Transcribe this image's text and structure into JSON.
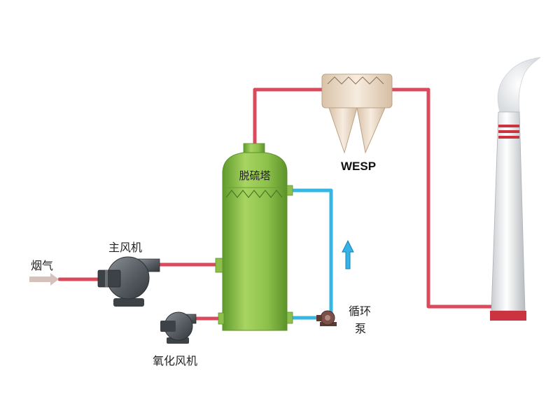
{
  "labels": {
    "flue_gas": "烟气",
    "main_fan": "主风机",
    "oxidation_fan": "氧化风机",
    "absorber": "脱硫塔",
    "wesp": "WESP",
    "circ_pump_line1": "循环",
    "circ_pump_line2": "泵"
  },
  "colors": {
    "flue_pipe": "#d94a5c",
    "water_pipe": "#35b6e3",
    "tower": "#8fc24a",
    "stack_band": "#cc3340",
    "fan_body": "#555b61",
    "wesp_body": "#eeddc8"
  }
}
